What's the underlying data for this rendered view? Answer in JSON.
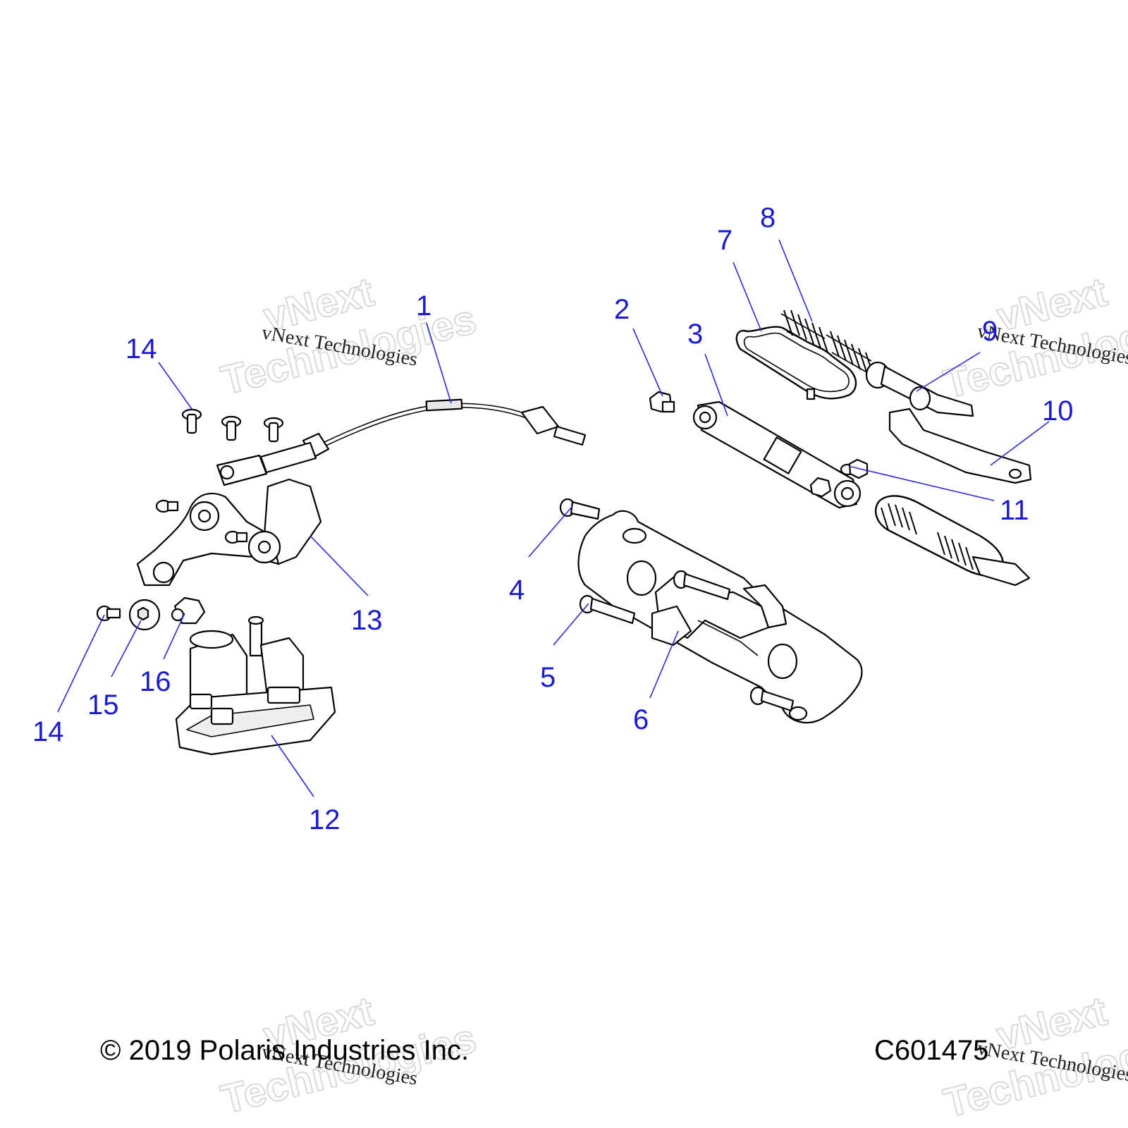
{
  "watermark": {
    "brand": "vNext",
    "line2": "Technologies",
    "caption": "vNext Technologies"
  },
  "footer": {
    "copyright": "© 2019 Polaris Industries Inc.",
    "drawing_id": "C601475"
  },
  "callouts": {
    "c1": "1",
    "c2": "2",
    "c3": "3",
    "c4": "4",
    "c5": "5",
    "c6": "6",
    "c7": "7",
    "c8": "8",
    "c9": "9",
    "c10": "10",
    "c11": "11",
    "c12": "12",
    "c13": "13",
    "c14a": "14",
    "c14b": "14",
    "c15": "15",
    "c16": "16"
  },
  "colors": {
    "callout": "#1a1ad6",
    "line": "#000000",
    "watermark": "#d9d9d9"
  }
}
